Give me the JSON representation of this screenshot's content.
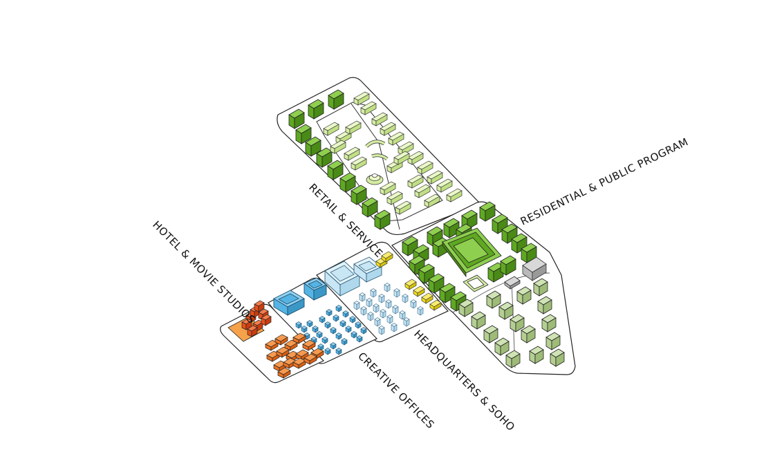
{
  "labels": {
    "retail": "RETAIL & SERVICE",
    "residential": "RESIDENTIAL & PUBLIC PROGRAM",
    "hotel": "HOTEL & MOVIE STUDIOS",
    "creative": "CREATIVE OFFICES",
    "headquarters": "HEADQUARTERS & SOHO"
  },
  "colors": {
    "retail_dark": "#5fa821",
    "retail_light": "#d6eda3",
    "residential_dark": "#5fa821",
    "residential_mid": "#b5cf93",
    "hotel": "#e8501a",
    "hotel_base": "#f5a24a",
    "creative": "#55b4e3",
    "headquarters": "#bfe1f2",
    "soho": "#f2de1a",
    "public": "#b9b9b9"
  }
}
